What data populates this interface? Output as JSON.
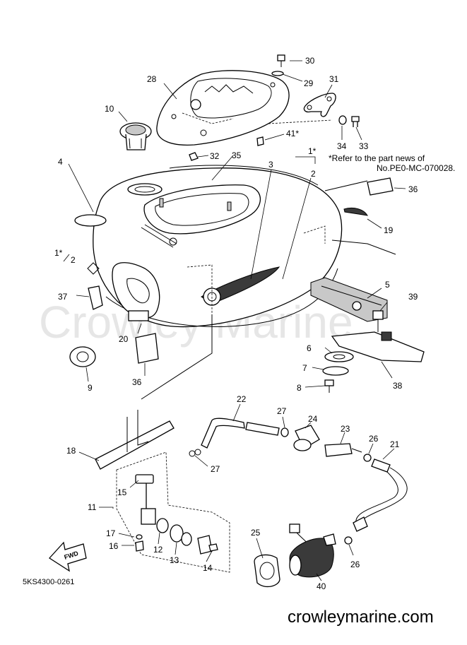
{
  "watermark": "Crowley Marine",
  "note": {
    "line1": "*Refer to the part news of",
    "line2": "No.PE0-MC-070028."
  },
  "diagram_code": "5KS4300-0261",
  "site_name": "crowleymarine.com",
  "fwd_label": "FWD",
  "callouts": {
    "c30": "30",
    "c29": "29",
    "c31": "31",
    "c28": "28",
    "c10": "10",
    "c34": "34",
    "c33": "33",
    "c41": "41*",
    "c32": "32",
    "c35": "35",
    "c1a": "1*",
    "c4": "4",
    "c3": "3",
    "c2a": "2",
    "c36a": "36",
    "c19": "19",
    "c1b": "1*",
    "c2b": "2",
    "c37": "37",
    "c5": "5",
    "c39": "39",
    "c20": "20",
    "c6": "6",
    "c9": "9",
    "c36b": "36",
    "c7": "7",
    "c38": "38",
    "c8": "8",
    "c22": "22",
    "c27a": "27",
    "c24": "24",
    "c23": "23",
    "c26a": "26",
    "c21": "21",
    "c18": "18",
    "c27b": "27",
    "c15": "15",
    "c11": "11",
    "c17": "17",
    "c16": "16",
    "c12": "12",
    "c13": "13",
    "c14": "14",
    "c25": "25",
    "c26b": "26",
    "c40": "40"
  }
}
